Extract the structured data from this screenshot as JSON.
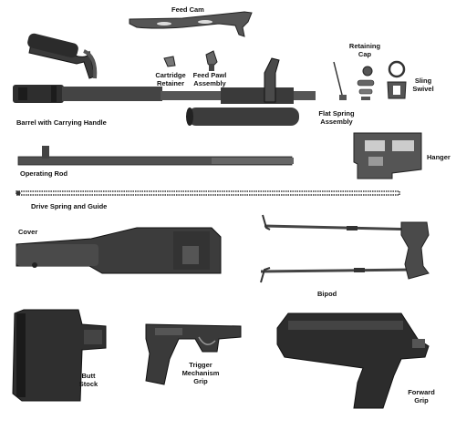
{
  "figure": {
    "background": "#ffffff",
    "part_color": "#4a4a4a",
    "part_dark": "#1f1f1f",
    "part_light": "#8a8a8a"
  },
  "labels": {
    "feed_cam": "Feed Cam",
    "cartridge_retainer_1": "Cartridge",
    "cartridge_retainer_2": "Retainer",
    "feed_pawl_1": "Feed Pawl",
    "feed_pawl_2": "Assembly",
    "retaining_cap_1": "Retaining",
    "retaining_cap_2": "Cap",
    "sling_swivel_1": "Sling",
    "sling_swivel_2": "Swivel",
    "barrel": "Barrel with Carrying Handle",
    "flat_spring_1": "Flat Spring",
    "flat_spring_2": "Assembly",
    "hanger": "Hanger",
    "operating_rod": "Operating Rod",
    "drive_spring": "Drive Spring and Guide",
    "cover": "Cover",
    "bipod": "Bipod",
    "butt_stock_1": "Butt",
    "butt_stock_2": "Stock",
    "trigger_1": "Trigger",
    "trigger_2": "Mechanism",
    "trigger_3": "Grip",
    "forward_grip_1": "Forward",
    "forward_grip_2": "Grip"
  }
}
